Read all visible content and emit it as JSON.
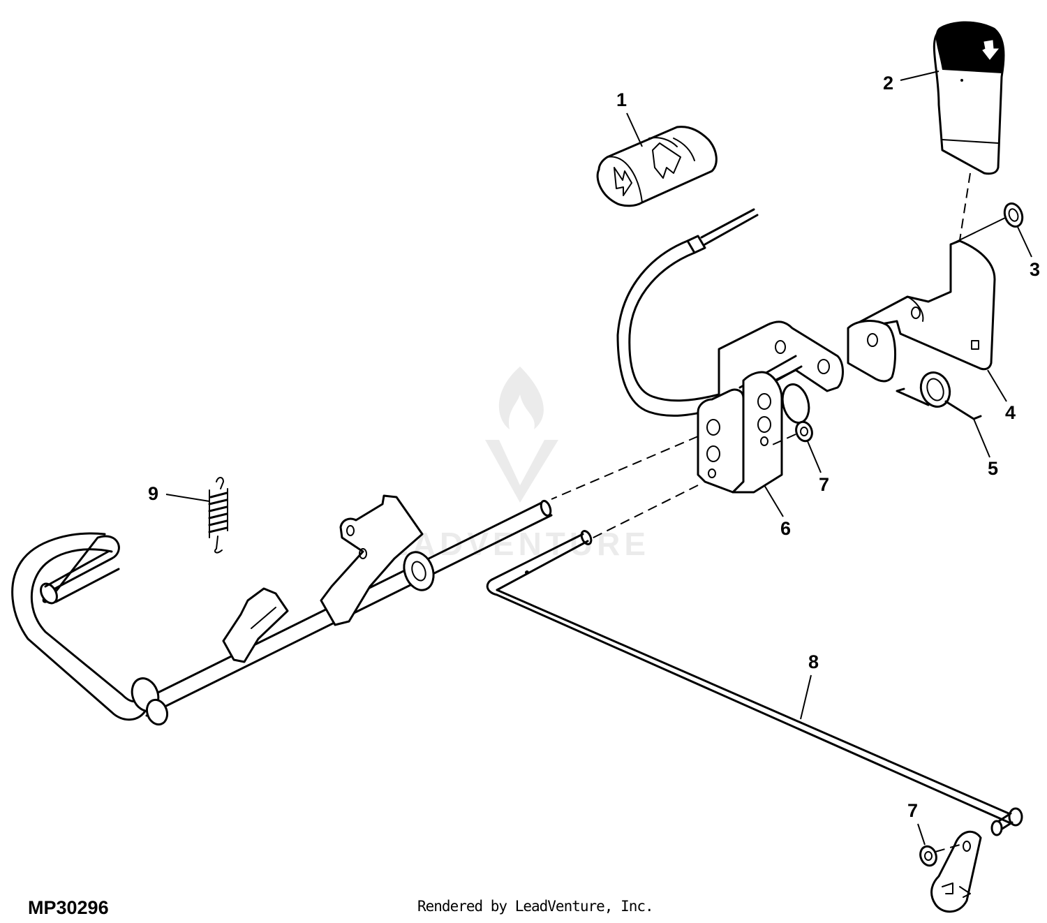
{
  "figure_code": "MP30296",
  "credit": "Rendered by LeadVenture, Inc.",
  "watermark": {
    "text": "LEADVENTURE",
    "color": "#d9d9d9"
  },
  "callouts": [
    {
      "id": "c1",
      "label": "1"
    },
    {
      "id": "c2",
      "label": "2"
    },
    {
      "id": "c3",
      "label": "3"
    },
    {
      "id": "c4",
      "label": "4"
    },
    {
      "id": "c5",
      "label": "5"
    },
    {
      "id": "c6",
      "label": "6"
    },
    {
      "id": "c7a",
      "label": "7"
    },
    {
      "id": "c7b",
      "label": "7"
    },
    {
      "id": "c8",
      "label": "8"
    },
    {
      "id": "c9",
      "label": "9"
    }
  ]
}
